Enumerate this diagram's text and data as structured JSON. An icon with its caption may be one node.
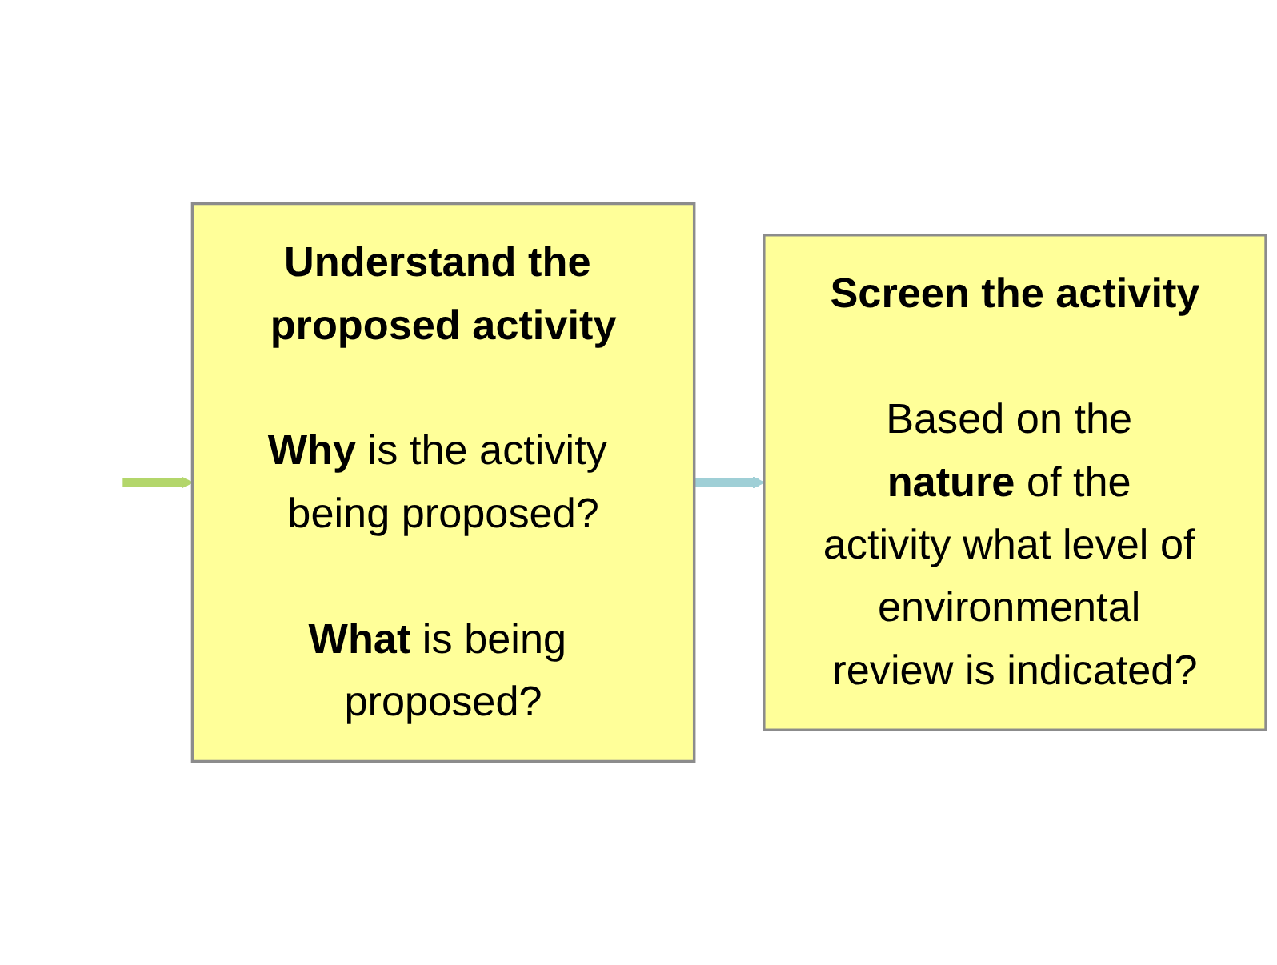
{
  "diagram": {
    "nodes": [
      {
        "text": [
          "Understand the proposed activity",
          "**Why** is the activity being proposed?",
          "**What** is being proposed?"
        ]
      },
      {
        "text": [
          "Screen the activity",
          "Based on the **nature** of the activity what level of environmental review is indicated?"
        ]
      }
    ],
    "edges": [
      {
        "from": null,
        "to": 0,
        "arrow": "to",
        "color": "#b3d66b"
      },
      {
        "from": 0,
        "to": 1,
        "arrow": "to",
        "color": "#9fcfd6"
      }
    ]
  }
}
